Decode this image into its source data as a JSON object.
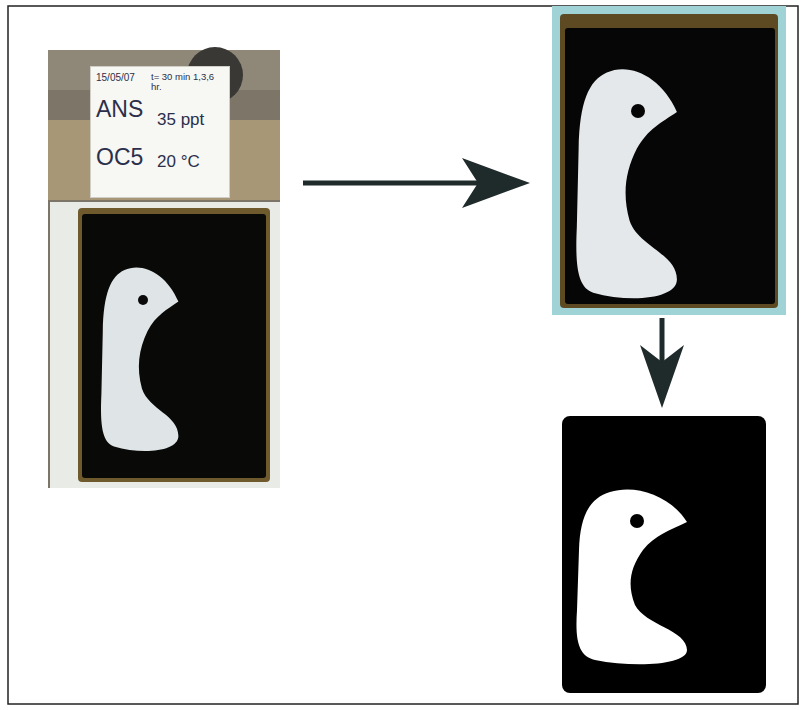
{
  "diagram": {
    "nodes": [
      {
        "text": [
          "15/05/07",
          "t= 30 min 1,3,6 hr.",
          "ANS",
          "35 ppt",
          "OC5",
          "20 °C"
        ]
      }
    ]
  }
}
